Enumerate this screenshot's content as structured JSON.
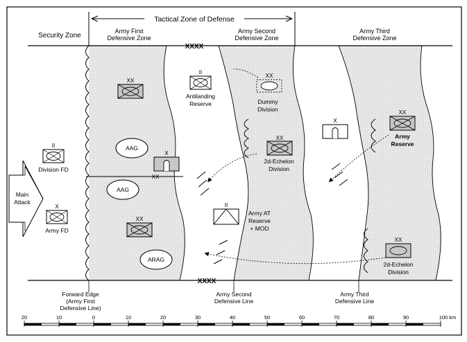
{
  "header": {
    "tactical_zone": "Tactical Zone of Defense",
    "security_zone": "Security Zone",
    "first_zone": [
      "Army First",
      "Defensive Zone"
    ],
    "second_zone": [
      "Army Second",
      "Defensive Zone"
    ],
    "third_zone": [
      "Army Third",
      "Defensive Zone"
    ]
  },
  "boundaries": {
    "top_xxxx": "XXXX",
    "bottom_xxxx": "XXXX",
    "division_xx": "XX"
  },
  "units": {
    "division_fd": {
      "echelon": "II",
      "label": "Division FD"
    },
    "army_fd": {
      "echelon": "X",
      "label": "Army FD"
    },
    "first_div_top": {
      "echelon": "XX"
    },
    "first_div_bottom": {
      "echelon": "XX"
    },
    "first_brigade": {
      "echelon": "X"
    },
    "antilanding": {
      "echelon": "II",
      "label": [
        "Antilanding",
        "Reserve"
      ]
    },
    "dummy": {
      "echelon": "XX",
      "label": [
        "Dummy",
        "Division"
      ]
    },
    "second_echelon_1": {
      "echelon": "XX",
      "label": [
        "2d-Echelon",
        "Division"
      ]
    },
    "army_at": {
      "echelon": "II",
      "label": [
        "Army AT",
        "Reserve",
        "+ MOD"
      ]
    },
    "third_brigade": {
      "echelon": "X"
    },
    "army_reserve": {
      "echelon": "XX",
      "label": [
        "Army",
        "Reserve"
      ]
    },
    "second_echelon_2": {
      "echelon": "XX",
      "label": [
        "2d-Echelon",
        "Division"
      ]
    }
  },
  "artillery": {
    "aag1": "AAG",
    "aag2": "AAG",
    "arag": "ARAG"
  },
  "main_attack": [
    "Main",
    "Attack"
  ],
  "bottom_labels": {
    "forward_edge": [
      "Forward Edge",
      "(Army First",
      "Defensive Line)"
    ],
    "second_line": [
      "Army Second",
      "Defensive Line"
    ],
    "third_line": [
      "Army Third",
      "Defensive Line"
    ]
  },
  "scale": {
    "ticks": [
      "20",
      "10",
      "0",
      "10",
      "20",
      "30",
      "40",
      "50",
      "60",
      "70",
      "80",
      "90",
      "100 km"
    ]
  }
}
